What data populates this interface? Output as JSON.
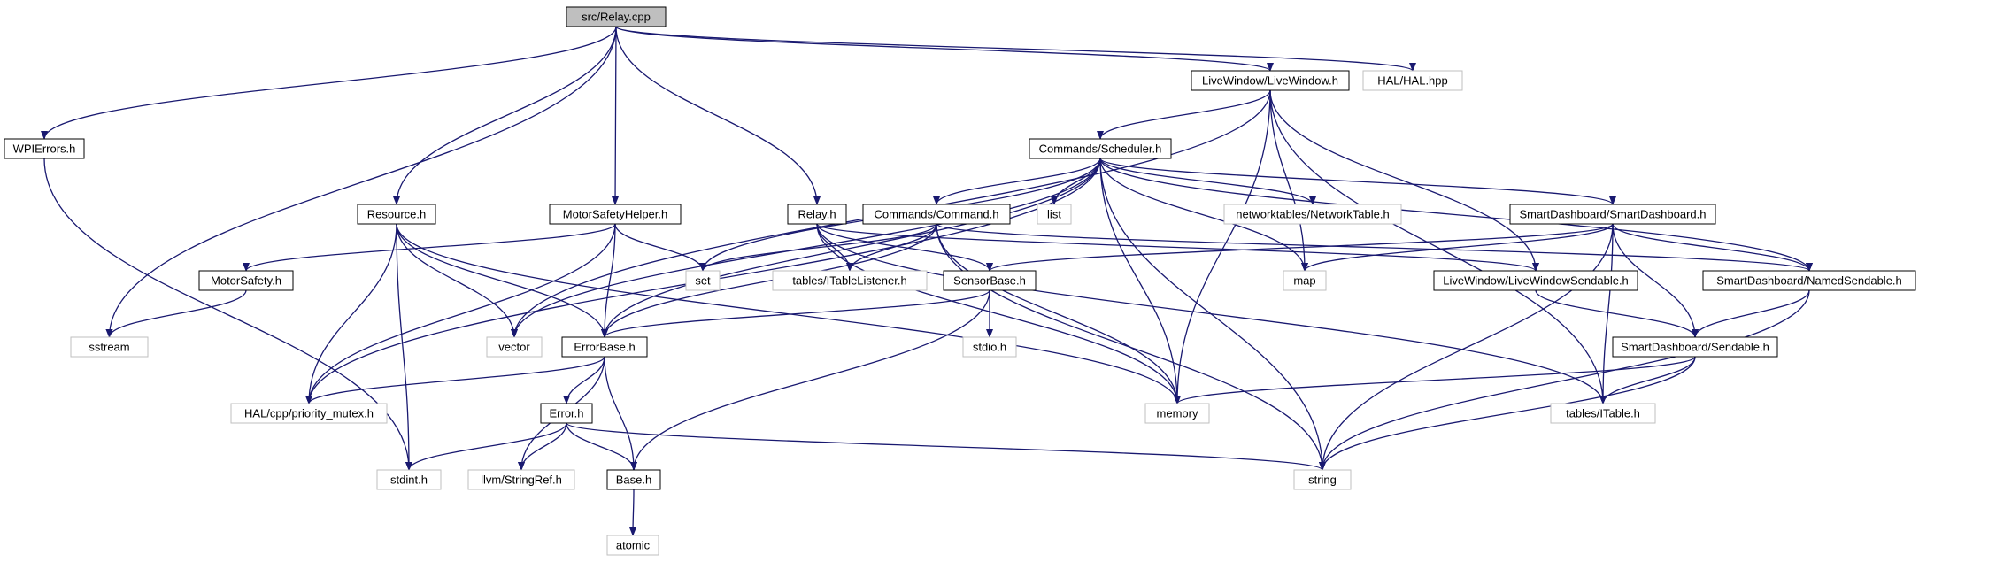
{
  "colors": {
    "edge": "#191970",
    "root_fill": "#bfbfbf",
    "internal_border": "#000000",
    "external_border": "#bfbfbf",
    "text": "#000000"
  },
  "nodes": [
    {
      "id": "relay_cpp",
      "label": "src/Relay.cpp",
      "kind": "root"
    },
    {
      "id": "wpierrors",
      "label": "WPIErrors.h",
      "kind": "internal"
    },
    {
      "id": "sstream",
      "label": "sstream",
      "kind": "external"
    },
    {
      "id": "resource",
      "label": "Resource.h",
      "kind": "internal"
    },
    {
      "id": "motorsafetyhelper",
      "label": "MotorSafetyHelper.h",
      "kind": "internal"
    },
    {
      "id": "relay_h",
      "label": "Relay.h",
      "kind": "internal"
    },
    {
      "id": "livewindow",
      "label": "LiveWindow/LiveWindow.h",
      "kind": "internal"
    },
    {
      "id": "hal_hpp",
      "label": "HAL/HAL.hpp",
      "kind": "external"
    },
    {
      "id": "scheduler",
      "label": "Commands/Scheduler.h",
      "kind": "internal"
    },
    {
      "id": "command",
      "label": "Commands/Command.h",
      "kind": "internal"
    },
    {
      "id": "list",
      "label": "list",
      "kind": "external"
    },
    {
      "id": "networktable",
      "label": "networktables/NetworkTable.h",
      "kind": "external"
    },
    {
      "id": "smartdashboard",
      "label": "SmartDashboard/SmartDashboard.h",
      "kind": "internal"
    },
    {
      "id": "motorsafety",
      "label": "MotorSafety.h",
      "kind": "internal"
    },
    {
      "id": "set",
      "label": "set",
      "kind": "external"
    },
    {
      "id": "itablelistener",
      "label": "tables/ITableListener.h",
      "kind": "external"
    },
    {
      "id": "sensorbase",
      "label": "SensorBase.h",
      "kind": "internal"
    },
    {
      "id": "map",
      "label": "map",
      "kind": "external"
    },
    {
      "id": "lwsendable",
      "label": "LiveWindow/LiveWindowSendable.h",
      "kind": "internal"
    },
    {
      "id": "namedsendable",
      "label": "SmartDashboard/NamedSendable.h",
      "kind": "internal"
    },
    {
      "id": "vector",
      "label": "vector",
      "kind": "external"
    },
    {
      "id": "errorbase",
      "label": "ErrorBase.h",
      "kind": "internal"
    },
    {
      "id": "stdio",
      "label": "stdio.h",
      "kind": "external"
    },
    {
      "id": "sendable",
      "label": "SmartDashboard/Sendable.h",
      "kind": "internal"
    },
    {
      "id": "priority_mutex",
      "label": "HAL/cpp/priority_mutex.h",
      "kind": "external"
    },
    {
      "id": "memory",
      "label": "memory",
      "kind": "external"
    },
    {
      "id": "itable",
      "label": "tables/ITable.h",
      "kind": "external"
    },
    {
      "id": "error_h",
      "label": "Error.h",
      "kind": "internal"
    },
    {
      "id": "stdint",
      "label": "stdint.h",
      "kind": "external"
    },
    {
      "id": "stringref",
      "label": "llvm/StringRef.h",
      "kind": "external"
    },
    {
      "id": "base_h",
      "label": "Base.h",
      "kind": "internal"
    },
    {
      "id": "string",
      "label": "string",
      "kind": "external"
    },
    {
      "id": "atomic",
      "label": "atomic",
      "kind": "external"
    }
  ],
  "edges": [
    [
      "relay_cpp",
      "wpierrors"
    ],
    [
      "relay_cpp",
      "sstream"
    ],
    [
      "relay_cpp",
      "resource"
    ],
    [
      "relay_cpp",
      "motorsafetyhelper"
    ],
    [
      "relay_cpp",
      "relay_h"
    ],
    [
      "relay_cpp",
      "livewindow"
    ],
    [
      "relay_cpp",
      "hal_hpp"
    ],
    [
      "wpierrors",
      "stdint"
    ],
    [
      "livewindow",
      "scheduler"
    ],
    [
      "livewindow",
      "vector"
    ],
    [
      "livewindow",
      "map"
    ],
    [
      "livewindow",
      "memory"
    ],
    [
      "livewindow",
      "lwsendable"
    ],
    [
      "livewindow",
      "itable"
    ],
    [
      "scheduler",
      "command"
    ],
    [
      "scheduler",
      "list"
    ],
    [
      "scheduler",
      "networktable"
    ],
    [
      "scheduler",
      "smartdashboard"
    ],
    [
      "scheduler",
      "set"
    ],
    [
      "scheduler",
      "map"
    ],
    [
      "scheduler",
      "memory"
    ],
    [
      "scheduler",
      "string"
    ],
    [
      "scheduler",
      "vector"
    ],
    [
      "scheduler",
      "errorbase"
    ],
    [
      "scheduler",
      "priority_mutex"
    ],
    [
      "scheduler",
      "namedsendable"
    ],
    [
      "command",
      "set"
    ],
    [
      "command",
      "itablelistener"
    ],
    [
      "command",
      "errorbase"
    ],
    [
      "command",
      "namedsendable"
    ],
    [
      "command",
      "memory"
    ],
    [
      "command",
      "string"
    ],
    [
      "smartdashboard",
      "sensorbase"
    ],
    [
      "smartdashboard",
      "map"
    ],
    [
      "smartdashboard",
      "sendable"
    ],
    [
      "smartdashboard",
      "namedsendable"
    ],
    [
      "smartdashboard",
      "itable"
    ],
    [
      "smartdashboard",
      "string"
    ],
    [
      "motorsafetyhelper",
      "set"
    ],
    [
      "motorsafetyhelper",
      "errorbase"
    ],
    [
      "motorsafetyhelper",
      "priority_mutex"
    ],
    [
      "motorsafetyhelper",
      "motorsafety"
    ],
    [
      "relay_h",
      "sensorbase"
    ],
    [
      "relay_h",
      "itablelistener"
    ],
    [
      "relay_h",
      "lwsendable"
    ],
    [
      "relay_h",
      "itable"
    ],
    [
      "relay_h",
      "memory"
    ],
    [
      "motorsafety",
      "sstream"
    ],
    [
      "resource",
      "errorbase"
    ],
    [
      "resource",
      "vector"
    ],
    [
      "resource",
      "priority_mutex"
    ],
    [
      "resource",
      "stdint"
    ],
    [
      "resource",
      "memory"
    ],
    [
      "sensorbase",
      "errorbase"
    ],
    [
      "sensorbase",
      "stdio"
    ],
    [
      "sensorbase",
      "base_h"
    ],
    [
      "lwsendable",
      "sendable"
    ],
    [
      "namedsendable",
      "sendable"
    ],
    [
      "namedsendable",
      "string"
    ],
    [
      "sendable",
      "memory"
    ],
    [
      "sendable",
      "itable"
    ],
    [
      "sendable",
      "string"
    ],
    [
      "errorbase",
      "priority_mutex"
    ],
    [
      "errorbase",
      "error_h"
    ],
    [
      "errorbase",
      "stringref"
    ],
    [
      "errorbase",
      "base_h"
    ],
    [
      "error_h",
      "stdint"
    ],
    [
      "error_h",
      "stringref"
    ],
    [
      "error_h",
      "base_h"
    ],
    [
      "error_h",
      "string"
    ],
    [
      "base_h",
      "atomic"
    ]
  ]
}
